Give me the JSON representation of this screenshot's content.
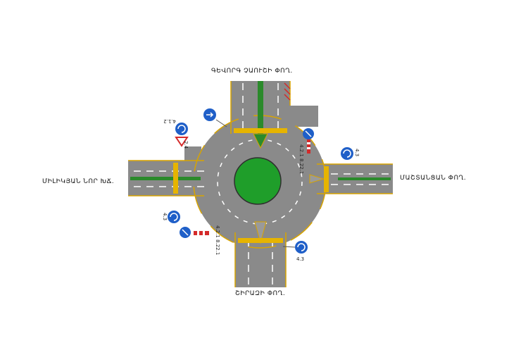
{
  "streets": {
    "north": "ԳԵՎՈՐԳ ՉԱՈՒՇԻ ՓՈՂ.",
    "west": "ՄԻԼԻԿՅԱՆ ՆՈՐ ԽՃ.",
    "east": "ՄԱՇՏԱՆՑԱՆ ՓՈՂ.",
    "south": "ՇԻՐԱԶԻ ՓՈՂ."
  },
  "sign_codes": {
    "nw_upper": "4.1.2",
    "nw_lower": "2.4",
    "ne_left": "4.2.1 8.22.1",
    "ne_right": "4.3",
    "sw_upper": "4.3",
    "sw_lower": "4.2.1 8.22.1",
    "se": "4.3"
  },
  "colors": {
    "asphalt": "#8a8a8a",
    "edge_line": "#d8a400",
    "island": "#1f9e2a",
    "median": "#2b8a2b",
    "sign_blue": "#1f5fc8",
    "barrier_red": "#d42a2a"
  }
}
